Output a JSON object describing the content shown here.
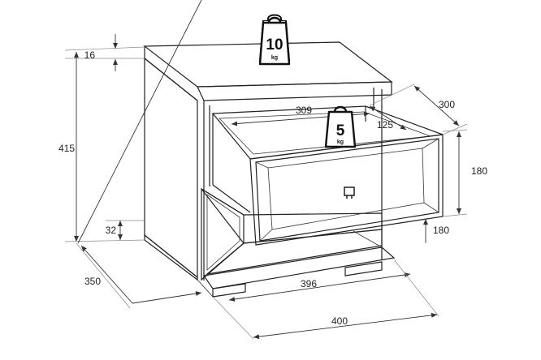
{
  "dimensions": {
    "top_thickness": "16",
    "total_height": "415",
    "plinth_height": "32",
    "depth": "350",
    "inner_width": "396",
    "total_width": "400",
    "drawer_inner_width": "309",
    "drawer_depth": "300",
    "drawer_inner_depth": "125",
    "drawer_front_height": "180",
    "lower_front_height": "180"
  },
  "weights": {
    "top": {
      "value": "10",
      "unit": "kg"
    },
    "drawer": {
      "value": "5",
      "unit": "kg"
    }
  },
  "colors": {
    "line": "#222222",
    "background": "#ffffff"
  },
  "icons": {
    "weight": "weight-icon",
    "knob": "drawer-knob-icon"
  }
}
